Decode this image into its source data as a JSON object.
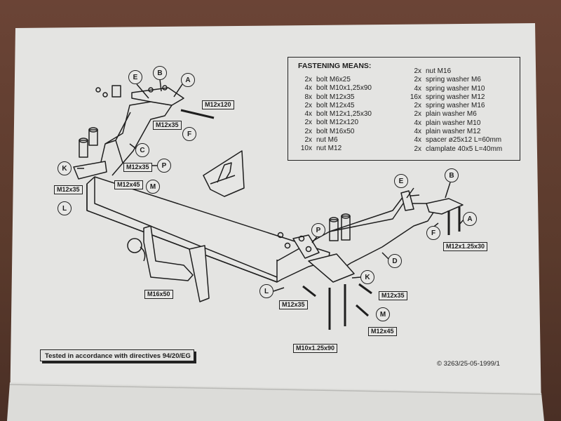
{
  "fastening": {
    "title": "FASTENING MEANS:",
    "left": [
      {
        "q": "2x",
        "t": "bolt M6x25"
      },
      {
        "q": "4x",
        "t": "bolt M10x1,25x90"
      },
      {
        "q": "8x",
        "t": "bolt M12x35"
      },
      {
        "q": "2x",
        "t": "bolt M12x45"
      },
      {
        "q": "4x",
        "t": "bolt M12x1,25x30"
      },
      {
        "q": "2x",
        "t": "bolt M12x120"
      },
      {
        "q": "2x",
        "t": "bolt M16x50"
      },
      {
        "q": "2x",
        "t": "nut M6"
      },
      {
        "q": "10x",
        "t": "nut M12"
      }
    ],
    "right": [
      {
        "q": "2x",
        "t": "nut M16"
      },
      {
        "q": "2x",
        "t": "spring washer M6"
      },
      {
        "q": "4x",
        "t": "spring washer M10"
      },
      {
        "q": "16x",
        "t": "spring washer M12"
      },
      {
        "q": "2x",
        "t": "spring washer M16"
      },
      {
        "q": "2x",
        "t": "plain washer M6"
      },
      {
        "q": "4x",
        "t": "plain washer M10"
      },
      {
        "q": "4x",
        "t": "plain washer M12"
      },
      {
        "q": "4x",
        "t": "spacer ø25x12 L=60mm"
      },
      {
        "q": "2x",
        "t": "clamplate 40x5 L=40mm"
      }
    ]
  },
  "callouts": {
    "A": "A",
    "B": "B",
    "C": "C",
    "D": "D",
    "E": "E",
    "F": "F",
    "K": "K",
    "L": "L",
    "M": "M",
    "P": "P"
  },
  "bolt_labels": {
    "m12x120": "M12x120",
    "m12x35": "M12x35",
    "m12x45": "M12x45",
    "m16x50": "M16x50",
    "m12x1_25x30": "M12x1.25x30",
    "m10x1_25x90": "M10x1.25x90"
  },
  "test_note": "Tested in accordance with directives 94/20/EG",
  "copyright": "© 3263/25-05-1999/1"
}
